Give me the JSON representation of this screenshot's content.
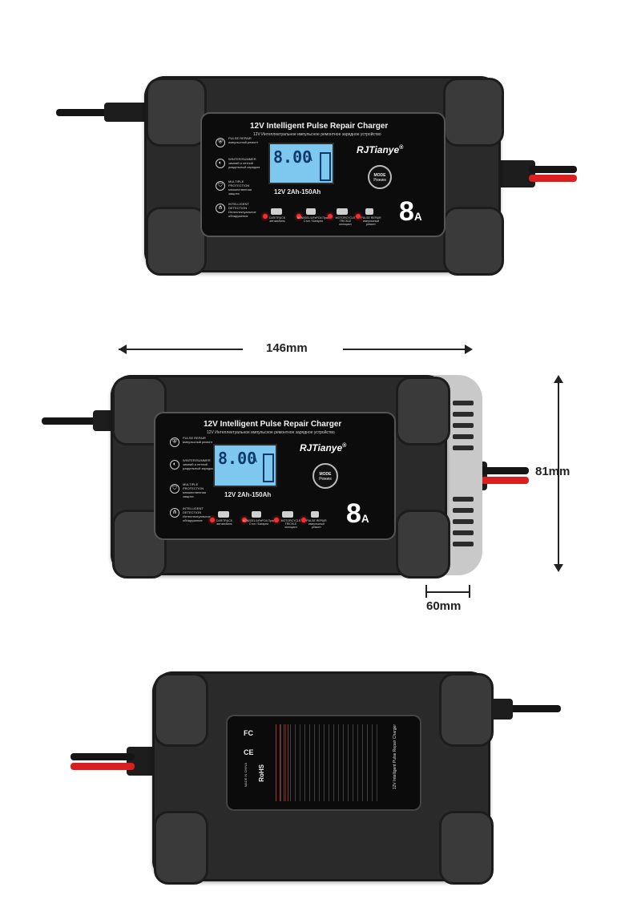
{
  "charter": {
    "title": "12V Intelligent Pulse Repair Charger",
    "subtitle": "12V Интеллектуальное импульсное ремонтное зарядное устройство",
    "brand": "RJTianye",
    "brand_mark": "®",
    "lcd_reading": "8.00",
    "lcd_unit": "A",
    "mode_label": "MODE",
    "mode_label_ru": "Режим",
    "spec": "12V  2Ah-150Ah",
    "amperage": "8",
    "amperage_unit": "A",
    "features": [
      {
        "icon": "shield-icon",
        "label": "PULSE REPAIR импульсный ремонт"
      },
      {
        "icon": "half-circle-icon",
        "label": "WINTER/SUMMER зимний и летний раздельный зарядом"
      },
      {
        "icon": "protection-icon",
        "label": "MULTIPLE PROTECTION множественная защита"
      },
      {
        "icon": "detection-icon",
        "label": "INTELLIGENT DETECTION Интеллектуальное обнаружение"
      }
    ],
    "modes": [
      {
        "icon": "car-icon",
        "label": "CAR/TRUCK автомобиль"
      },
      {
        "icon": "battery-icon",
        "label": "AGM/GEL/LiFePO4 Пуск-Стоп / Батареи"
      },
      {
        "icon": "motorcycle-icon",
        "label": "MOTORCYCLE TRICKLE мотоцикл"
      },
      {
        "icon": "repair-icon",
        "label": "PULSE REPAIR импульсный ремонт"
      }
    ]
  },
  "dimensions": {
    "length": "146mm",
    "height": "81mm",
    "depth": "60mm"
  },
  "back_label": {
    "title": "12V Intelligent Pulse Repair Charger",
    "marks": [
      "FC",
      "CE",
      "RoHS"
    ],
    "made_in": "MADE IN CHINA"
  }
}
